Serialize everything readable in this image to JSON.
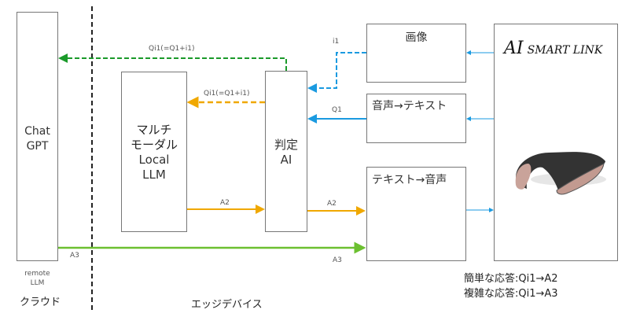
{
  "cloud": {
    "chatgpt": [
      "Chat",
      "GPT"
    ],
    "remote": [
      "remote",
      "LLM"
    ],
    "region_label": "クラウド"
  },
  "edge": {
    "region_label": "エッジデバイス",
    "local_llm": [
      "マルチ",
      "モーダル",
      "Local",
      "LLM"
    ],
    "judge": [
      "判定",
      "AI"
    ]
  },
  "modules": {
    "image": "画像",
    "stt": "音声→テキスト",
    "tts": "テキスト→音声"
  },
  "device": {
    "brand_ai": "AI",
    "brand_rest": "SMART LINK"
  },
  "edges": {
    "qi1_cloud": "Qi1(=Q1+i1)",
    "qi1_local": "Qi1(=Q1+i1)",
    "i1": "i1",
    "q1": "Q1",
    "a2_local": "A2",
    "a2_tts": "A2",
    "a3_left": "A3",
    "a3_right": "A3"
  },
  "notes": [
    "簡単な応答:Qi1→A2",
    "複雑な応答:Qi1→A3"
  ],
  "colors": {
    "green_dash": "#1a9a2a",
    "orange": "#f0a800",
    "blue": "#1a9ae0",
    "green": "#6cc030"
  }
}
